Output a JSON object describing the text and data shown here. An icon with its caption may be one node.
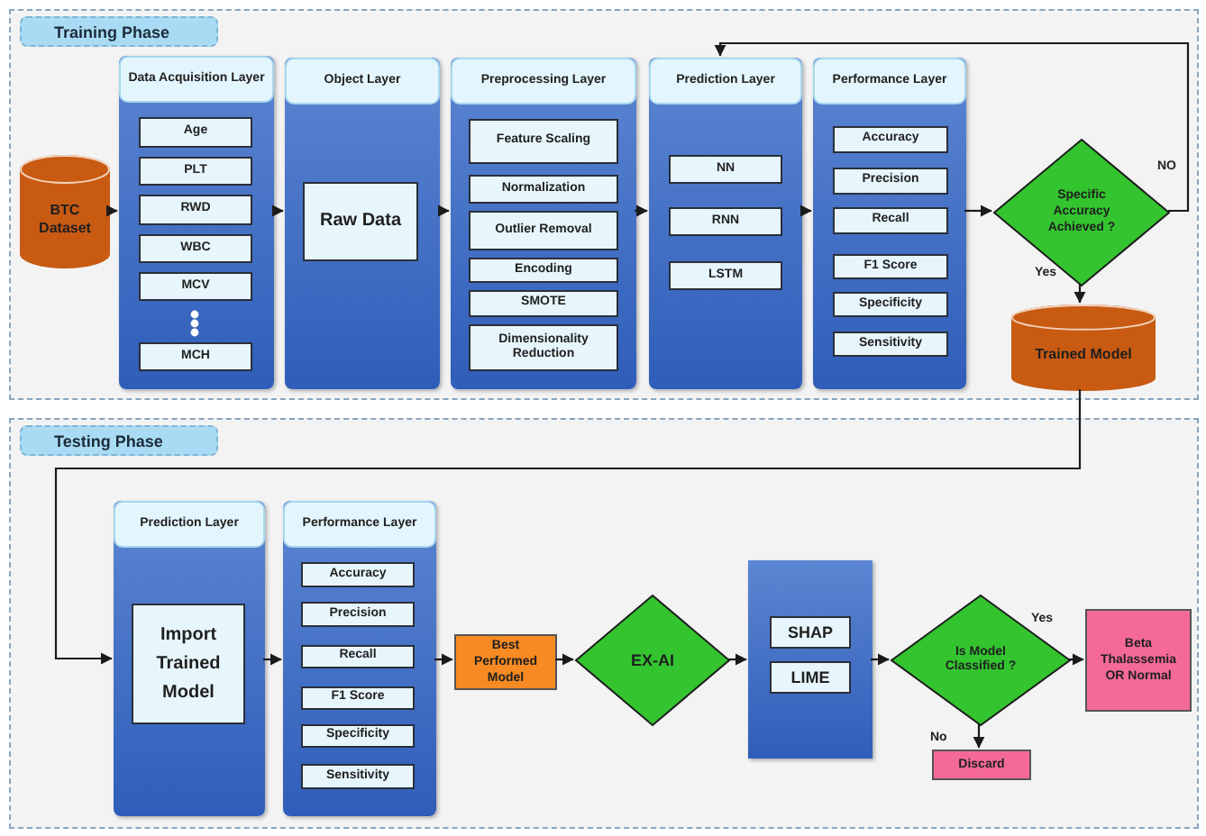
{
  "diagram": {
    "nodes": [
      {
        "text": [
          "Training Phase"
        ]
      },
      {
        "text": [
          "BTC Dataset"
        ],
        "in": 0
      },
      {
        "text": [
          "Data Acquisition Layer"
        ],
        "in": 0
      },
      {
        "text": [
          "Age"
        ],
        "in": 2
      },
      {
        "text": [
          "PLT"
        ],
        "in": 2
      },
      {
        "text": [
          "RWD"
        ],
        "in": 2
      },
      {
        "text": [
          "WBC"
        ],
        "in": 2
      },
      {
        "text": [
          "MCV"
        ],
        "in": 2
      },
      {
        "text": [
          "MCH"
        ],
        "in": 2
      },
      {
        "text": [
          "Object Layer"
        ],
        "in": 0
      },
      {
        "text": [
          "Raw Data"
        ],
        "in": 9
      },
      {
        "text": [
          "Preprocessing Layer"
        ],
        "in": 0
      },
      {
        "text": [
          "Feature Scaling"
        ],
        "in": 11
      },
      {
        "text": [
          "Normalization"
        ],
        "in": 11
      },
      {
        "text": [
          "Outlier Removal"
        ],
        "in": 11
      },
      {
        "text": [
          "Encoding"
        ],
        "in": 11
      },
      {
        "text": [
          "SMOTE"
        ],
        "in": 11
      },
      {
        "text": [
          "Dimensionality Reduction"
        ],
        "in": 11
      },
      {
        "text": [
          "Prediction Layer"
        ],
        "in": 0
      },
      {
        "text": [
          "NN"
        ],
        "in": 18
      },
      {
        "text": [
          "RNN"
        ],
        "in": 18
      },
      {
        "text": [
          "LSTM"
        ],
        "in": 18
      },
      {
        "text": [
          "Performance Layer"
        ],
        "in": 0
      },
      {
        "text": [
          "Accuracy"
        ],
        "in": 22
      },
      {
        "text": [
          "Precision"
        ],
        "in": 22
      },
      {
        "text": [
          "Recall"
        ],
        "in": 22
      },
      {
        "text": [
          "F1 Score"
        ],
        "in": 22
      },
      {
        "text": [
          "Specificity"
        ],
        "in": 22
      },
      {
        "text": [
          "Sensitivity"
        ],
        "in": 22
      },
      {
        "text": [
          "Specific Accuracy Achieved ?"
        ],
        "in": 0
      },
      {
        "text": [
          "Trained Model"
        ],
        "in": 0
      },
      {
        "text": [
          "Testing Phase"
        ]
      },
      {
        "text": [
          "Prediction Layer"
        ],
        "in": 31
      },
      {
        "text": [
          "Import Trained Model"
        ],
        "in": 32
      },
      {
        "text": [
          "Performance Layer"
        ],
        "in": 31
      },
      {
        "text": [
          "Accuracy"
        ],
        "in": 34
      },
      {
        "text": [
          "Precision"
        ],
        "in": 34
      },
      {
        "text": [
          "Recall"
        ],
        "in": 34
      },
      {
        "text": [
          "F1 Score"
        ],
        "in": 34
      },
      {
        "text": [
          "Specificity"
        ],
        "in": 34
      },
      {
        "text": [
          "Sensitivity"
        ],
        "in": 34
      },
      {
        "text": [
          "Best Performed Model"
        ],
        "in": 31
      },
      {
        "text": [
          "EX-AI"
        ],
        "in": 31
      },
      {
        "text": [],
        "shape": "box",
        "in": 31
      },
      {
        "text": [
          "SHAP"
        ],
        "in": 43
      },
      {
        "text": [
          "LIME"
        ],
        "in": 43
      },
      {
        "text": [
          "Is Model Classified ?"
        ],
        "in": 31
      },
      {
        "text": [
          "Beta Thalassemia OR Normal"
        ],
        "in": 31
      },
      {
        "text": [
          "Discard"
        ],
        "in": 31
      }
    ],
    "edges": [
      {
        "from": 1,
        "to": 2,
        "arrow": "to"
      },
      {
        "from": 2,
        "to": 9,
        "arrow": "to"
      },
      {
        "from": 9,
        "to": 11,
        "arrow": "to"
      },
      {
        "from": 11,
        "to": 18,
        "arrow": "to"
      },
      {
        "from": 18,
        "to": 22,
        "arrow": "to"
      },
      {
        "from": 22,
        "to": 29,
        "arrow": "to"
      },
      {
        "from": 29,
        "to": 30,
        "arrow": "to",
        "label": "Yes"
      },
      {
        "from": 29,
        "to": 18,
        "arrow": "to",
        "label": "NO"
      },
      {
        "from": 30,
        "to": 32,
        "arrow": "to"
      },
      {
        "from": 32,
        "to": 34,
        "arrow": "to"
      },
      {
        "from": 34,
        "to": 41,
        "arrow": "to"
      },
      {
        "from": 41,
        "to": 42,
        "arrow": "to"
      },
      {
        "from": 42,
        "to": 43,
        "arrow": "to"
      },
      {
        "from": 43,
        "to": 46,
        "arrow": "to"
      },
      {
        "from": 46,
        "to": 47,
        "arrow": "to",
        "label": "Yes"
      },
      {
        "from": 46,
        "to": 48,
        "arrow": "to",
        "label": "No"
      }
    ]
  }
}
